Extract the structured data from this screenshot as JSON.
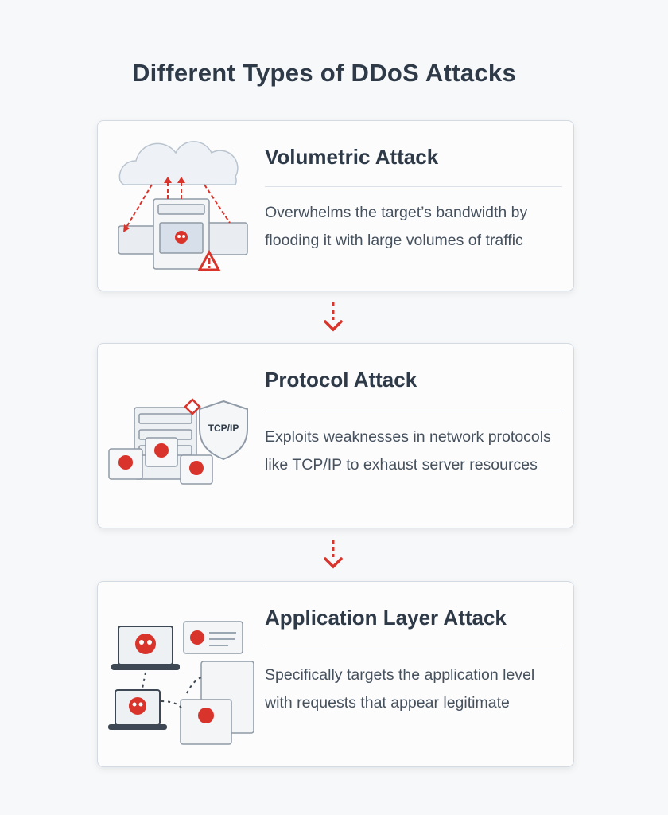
{
  "title": "Different Types of DDoS Attacks",
  "accent_color": "#d9342b",
  "cards": [
    {
      "title": "Volumetric Attack",
      "description": "Overwhelms the target’s bandwidth by flooding it with large volumes of traffic",
      "icon": "cloud-server-flood-icon"
    },
    {
      "title": "Protocol Attack",
      "description": "Exploits weaknesses in network protocols like TCP/IP to exhaust server resources",
      "icon": "tcp-ip-shield-icon",
      "shield_label": "TCP/IP"
    },
    {
      "title": "Application Layer Attack",
      "description": "Specifically targets the application level with requests that appear legitimate",
      "icon": "infected-devices-icon"
    }
  ]
}
